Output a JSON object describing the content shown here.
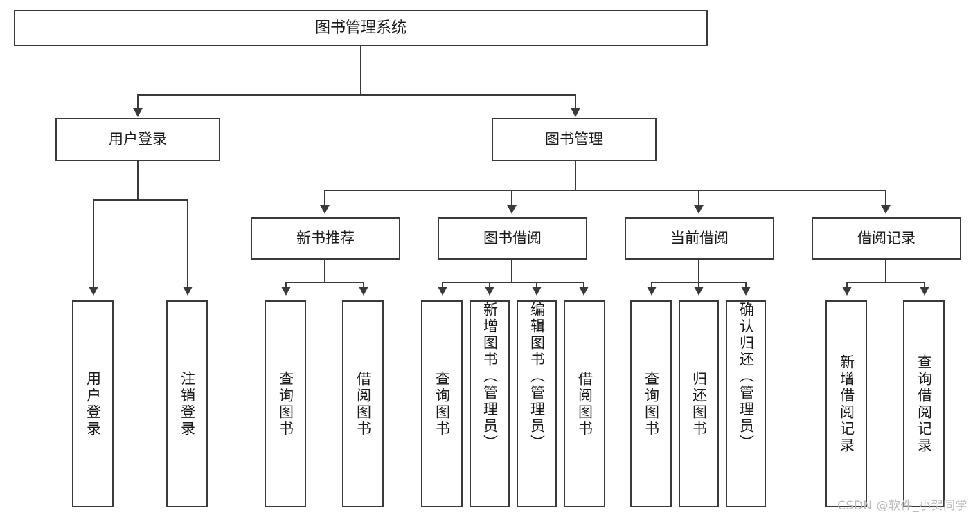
{
  "diagram": {
    "title": "图书管理系统",
    "type": "tree",
    "root": {
      "label": "图书管理系统"
    },
    "level2": [
      {
        "label": "用户登录"
      },
      {
        "label": "图书管理"
      }
    ],
    "level3": [
      {
        "label": "新书推荐"
      },
      {
        "label": "图书借阅"
      },
      {
        "label": "当前借阅"
      },
      {
        "label": "借阅记录"
      }
    ],
    "leaves": {
      "user_login": [
        {
          "label": "用户登录"
        },
        {
          "label": "注销登录"
        }
      ],
      "new_book_recommend": [
        {
          "label": "查询图书"
        },
        {
          "label": "借阅图书"
        }
      ],
      "book_borrow": [
        {
          "label": "查询图书"
        },
        {
          "label": "新增图书（管理员）"
        },
        {
          "label": "编辑图书（管理员）"
        },
        {
          "label": "借阅图书"
        }
      ],
      "current_borrow": [
        {
          "label": "查询图书"
        },
        {
          "label": "归还图书"
        },
        {
          "label": "确认归还（管理员）"
        }
      ],
      "borrow_record": [
        {
          "label": "新增借阅记录"
        },
        {
          "label": "查询借阅记录"
        }
      ]
    }
  },
  "watermark": {
    "text": "CSDN @软件_小贺同学"
  },
  "colors": {
    "stroke": "#3a3a3a",
    "fill": "#ffffff",
    "text": "#1a1a1a",
    "watermark": "#b9b9b9"
  }
}
